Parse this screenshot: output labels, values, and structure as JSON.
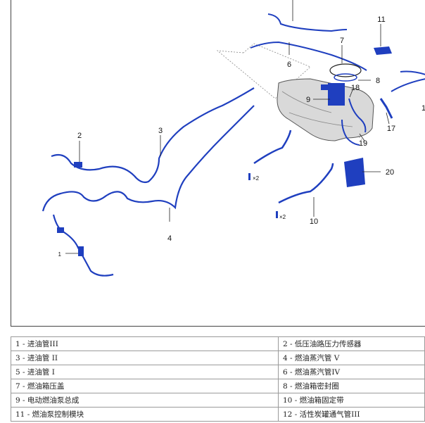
{
  "figure": {
    "callouts": [
      "1",
      "2",
      "3",
      "4",
      "6",
      "7",
      "8",
      "9",
      "10",
      "11",
      "17",
      "18",
      "19",
      "20"
    ],
    "quantity_mark": "×2",
    "edge_label": "1"
  },
  "legend": {
    "rows": [
      [
        "1 - 进油管III",
        "2 - 低压油路压力传感器"
      ],
      [
        "3 - 进油管 II",
        "4 - 燃油蒸汽管 V"
      ],
      [
        "5 - 进油管 I",
        "6 - 燃油蒸汽管IV"
      ],
      [
        "7 - 燃油箱压盖",
        "8 - 燃油箱密封圈"
      ],
      [
        "9 - 电动燃油泵总成",
        "10 - 燃油箱固定带"
      ],
      [
        "11 - 燃油泵控制模块",
        "12 - 活性炭罐通气管III"
      ]
    ]
  },
  "colors": {
    "part_blue": "#1f3fbf",
    "tank_grey": "#d9d9d9",
    "line": "#444444"
  }
}
